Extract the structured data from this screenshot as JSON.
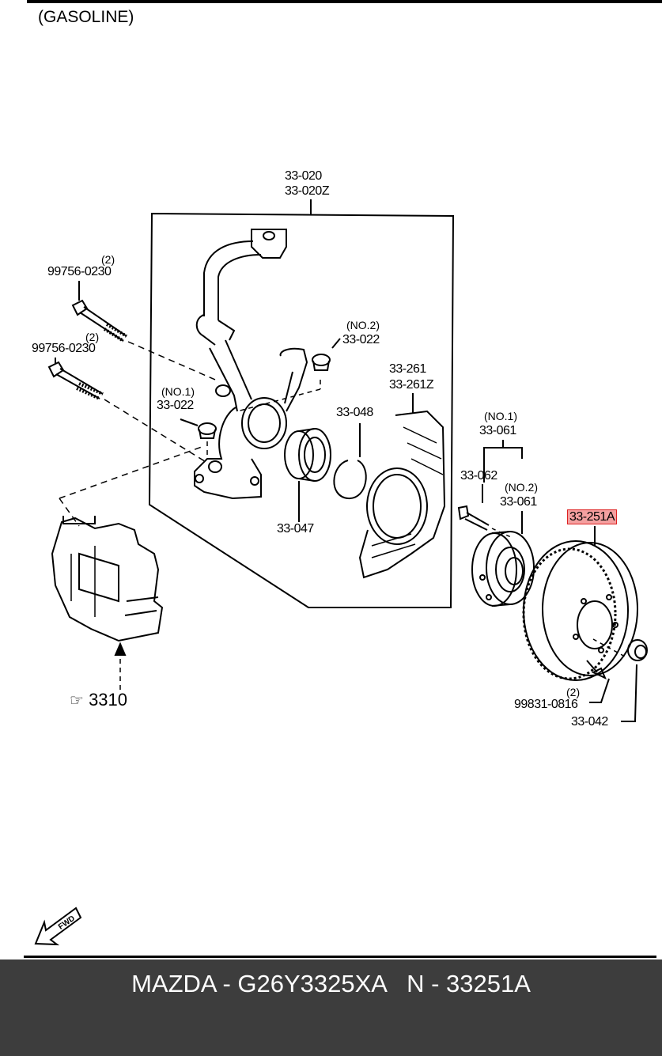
{
  "header": {
    "title": "(GASOLINE)"
  },
  "parts": {
    "knuckle_a": "33-020",
    "knuckle_b": "33-020Z",
    "bolt_upper_qty": "(2)",
    "bolt_upper": "99756-0230",
    "bolt_lower_qty": "(2)",
    "bolt_lower": "99756-0230",
    "nut_no2_note": "(NO.2)",
    "nut_no2": "33-022",
    "nut_no1_note": "(NO.1)",
    "nut_no1": "33-022",
    "dust_cover_a": "33-261",
    "dust_cover_b": "33-261Z",
    "snap_ring": "33-048",
    "bearing": "33-047",
    "hub_no1_note": "(NO.1)",
    "hub_no1": "33-061",
    "hub_bolt": "33-062",
    "hub_no2_note": "(NO.2)",
    "hub_no2": "33-061",
    "disc": "33-251A",
    "screw_qty": "(2)",
    "screw": "99831-0816",
    "lock_nut": "33-042"
  },
  "caliper_ref": {
    "icon": "pointing-hand-icon",
    "number": "3310"
  },
  "fwd_arrow": {
    "icon": "fwd-arrow-icon",
    "text": "FWD"
  },
  "highlight_color": "#f4a0a0",
  "footer": {
    "text": "MAZDA - G26Y3325XA   N - 33251A"
  }
}
